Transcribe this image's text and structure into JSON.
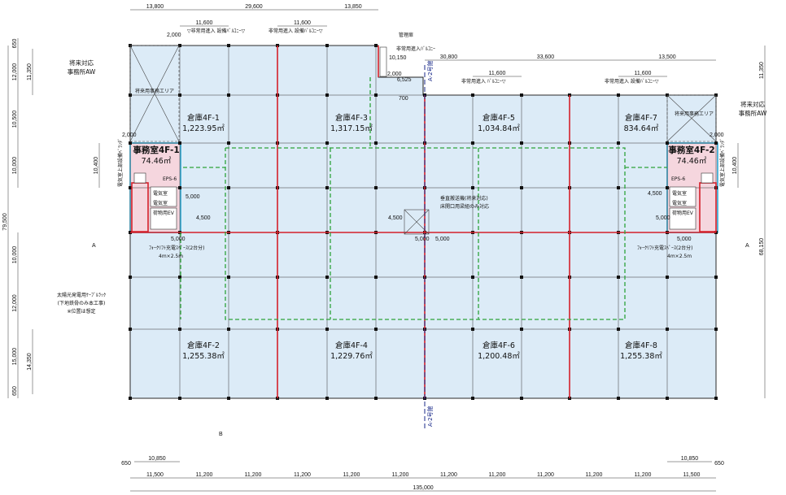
{
  "dims": {
    "top_row1": [
      "13,800",
      "29,600",
      "13,850"
    ],
    "top_row2": [
      "11,600",
      "11,600"
    ],
    "top_right_row1": [
      "30,800",
      "33,600",
      "13,500"
    ],
    "top_right_row2": [
      "11,600",
      "11,600"
    ],
    "top_small": [
      "2,000",
      "2,000",
      "10,150",
      "6,525",
      "700"
    ],
    "bottom_bays": [
      "11,500",
      "11,200",
      "11,200",
      "11,200",
      "11,200",
      "11,200",
      "11,200",
      "11,200",
      "11,200",
      "11,200",
      "11,200",
      "11,500"
    ],
    "bottom_total": "135,000",
    "bottom_edge": [
      "650",
      "650"
    ],
    "bottom_side": [
      "10,850",
      "10,850"
    ],
    "left_outer": [
      "650",
      "12,000",
      "10,500",
      "10,000",
      "10,000",
      "12,000",
      "15,000",
      "650"
    ],
    "left_inner": [
      "11,350",
      "14,350"
    ],
    "left_total": "79,500",
    "left_office": "10,400",
    "right_outer": [
      "11,350",
      "68,150"
    ],
    "right_office": "10,400",
    "misc": [
      "2,000",
      "2,000",
      "5,000",
      "5,000",
      "5,000",
      "5,000",
      "4,500",
      "4,500",
      "5,000",
      "5,000",
      "4,500"
    ]
  },
  "rooms": [
    {
      "name": "倉庫4F-1",
      "area": "1,223.95㎡"
    },
    {
      "name": "倉庫4F-3",
      "area": "1,317.15㎡"
    },
    {
      "name": "倉庫4F-5",
      "area": "1,034.84㎡"
    },
    {
      "name": "倉庫4F-7",
      "area": "834.64㎡"
    },
    {
      "name": "倉庫4F-2",
      "area": "1,255.38㎡"
    },
    {
      "name": "倉庫4F-4",
      "area": "1,229.76㎡"
    },
    {
      "name": "倉庫4F-6",
      "area": "1,200.48㎡"
    },
    {
      "name": "倉庫4F-8",
      "area": "1,255.38㎡"
    }
  ],
  "offices": [
    {
      "name": "事務室4F-1",
      "area": "74.46㎡"
    },
    {
      "name": "事務室4F-2",
      "area": "74.46㎡"
    }
  ],
  "notes": {
    "future_office_left": [
      "将来対応",
      "事務所AW"
    ],
    "future_office_right": [
      "将来対応",
      "事務所AW"
    ],
    "future_area_left": "将来用事務エリア",
    "future_area_right": "将来用事務エリア",
    "kanri": "管理扉",
    "balcony_top1": "▽非常用進入 設備ﾊﾞﾙｺﾆｰ▽",
    "balcony_top2": "非常用進入 設備ﾊﾞﾙｺﾆｰ▽",
    "balcony_top3": "非常用進入ﾊﾞﾙｺﾆｰ",
    "balcony_top4": "非常用進入 ﾊﾞﾙｺﾆｰ▽",
    "balcony_top5": "非常用進入 設備ﾊﾞﾙｺﾆｰ▽",
    "lift": [
      "垂直搬送機(将来対応)",
      "床開口用梁組のみ対応"
    ],
    "forklift_left": [
      "ﾌｫｰｸﾘﾌﾄ充電ｽﾍﾟｰｽ(2台分)",
      "4m×2.5m"
    ],
    "forklift_right": [
      "ﾌｫｰｸﾘﾌﾄ充電ｽﾍﾟｰｽ(2台分)",
      "4m×2.5m"
    ],
    "solar": [
      "太陽光発電用ｹｰﾌﾞﾙﾗｯｸ",
      "(下地鉄骨のみ本工事)",
      "※位置は想定"
    ],
    "eps": [
      "EPS-6",
      "EPS-6"
    ],
    "section_a": [
      "A",
      "A"
    ],
    "section_b": "B",
    "mark_a": "A-2号館",
    "mark_b": "A-2号館",
    "side_vertical_left": "電気室上部設備ﾍﾞﾗﾝﾀﾞ",
    "side_vertical_right": "電気室上部設備ﾍﾞﾗﾝﾀﾞ",
    "elec_left": [
      "電気室",
      "電気室",
      "荷物用EV"
    ],
    "elec_right": [
      "電気室",
      "電気室",
      "荷物用EV"
    ]
  },
  "colors": {
    "floor": "#dcebf7",
    "office": "#f5d6de",
    "red": "#d4202a",
    "green": "#2ea33a",
    "cyan": "#1fa3d1",
    "grid": "#222222"
  }
}
